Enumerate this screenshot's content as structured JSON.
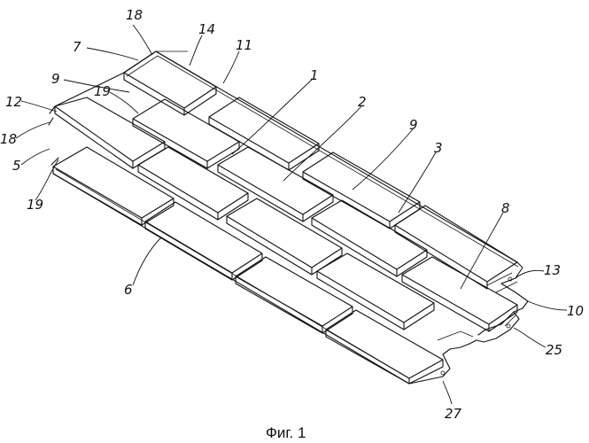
{
  "figure": {
    "caption": "Фиг. 1",
    "labels": [
      "18",
      "14",
      "11",
      "7",
      "9",
      "1",
      "19",
      "2",
      "12",
      "18",
      "9",
      "3",
      "5",
      "19",
      "8",
      "13",
      "6",
      "10",
      "25",
      "27"
    ]
  }
}
